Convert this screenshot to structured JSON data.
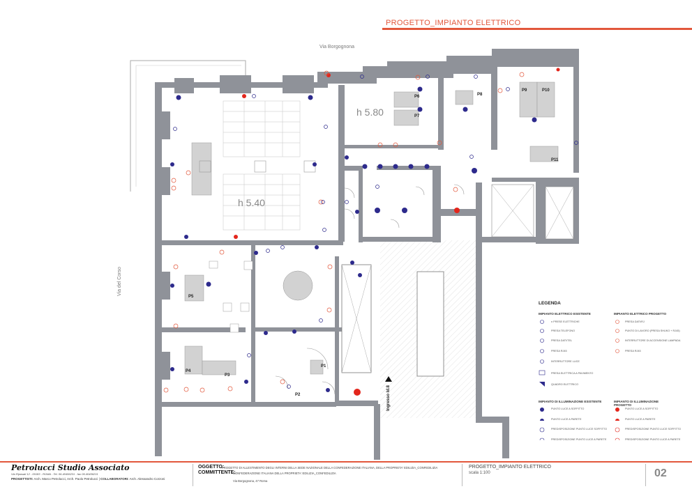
{
  "header": {
    "title": "PROGETTO_IMPIANTO ELETTRICO"
  },
  "streets": {
    "top": "Via Borgognona",
    "left": "Via del Corso"
  },
  "heights": {
    "upper": "h 5.80",
    "main": "h 5.40"
  },
  "rooms": [
    "P1",
    "P2",
    "P3",
    "P4",
    "P5",
    "P6",
    "P7",
    "P8",
    "P9",
    "P10",
    "P11"
  ],
  "entrance": "Ingresso Id.8",
  "legend": {
    "title": "LEGENDA",
    "existing_electric": {
      "heading": "IMPIANTO ELETTRICO ESISTENTE",
      "items": [
        "n PRESE ELETTRICHE",
        "PRESA TELEFONO",
        "PRESA DATI/TEL",
        "PRESA RJ45",
        "INTERRUTTORE LUCE",
        "PRESA ELETTRICA A PAVIMENTO",
        "QUADRO ELETTRICO"
      ]
    },
    "project_electric": {
      "heading": "IMPIANTO ELETTRICO PROGETTO",
      "items": [
        "PRESA DATI/RJ",
        "PUNTO DI LAVORO (PRESA SHUKO + RJ45)",
        "INTERRUTTORE DI ACCENSIONE LAMPADA",
        "PRESA RJ45"
      ]
    },
    "existing_lighting": {
      "heading": "IMPIANTO DI ILLUMINAZIONE ESISTENTE",
      "items": [
        "PUNTO LUCE A SOFFITTO",
        "PUNTO LUCE A PARETE",
        "PREDISPOSIZIONE PUNTO LUCE SOFFITTO",
        "PREDISPOSIZIONE PUNTO LUCE A PARETE"
      ]
    },
    "project_lighting": {
      "heading": "IMPIANTO DI ILLUMINAZIONE PROGETTO",
      "items": [
        "PUNTO LUCE A SOFFITTO",
        "PUNTO LUCE A PARETE",
        "PREDISPOSIZIONE PUNTO LUCE SOFFITTO",
        "PREDISPOSIZIONE PUNTO LUCE A PARETE"
      ]
    }
  },
  "footer": {
    "studio": "Petrolucci Studio Associato",
    "studio_sub": "Via Riposati 12 - 00183 - ROMA - Tel. 06.40456231 - fax 06.40456231",
    "progettisti_label": "PROGETTISTI:",
    "progettisti": "Arch. Marco Petrolucci, Arch. Paolo Petrolucci",
    "collaboratori_label": "COLLABORATORI:",
    "collaboratori": "Arch. Alessandro Corzoni",
    "oggetto_label": "OGGETTO:",
    "oggetto": "PROGETTO DI ALLESTIMENTO DEGLI INTERNI DELLA SEDE NAZIONALE DELLA CONFEDERAZIONE ITALIANA, DELLA PROPRIETA' EDILIZIA_CONFEDILIZIA",
    "committente_label": "COMMITTENTE:",
    "committente": "CONFEDERAZIONE ITALIANA DELLA PROPRIETA' EDILIZIA_CONFEDILIZIA",
    "address": "Via Borgognona, 47 Roma",
    "project": "PROGETTO_IMPIANTO ELETTRICO",
    "scale": "scala 1:100",
    "sheet": "02"
  },
  "colors": {
    "accent": "#e2573b",
    "wall": "#8f9299",
    "existing": "#2d2a8c",
    "project": "#e3261c"
  }
}
